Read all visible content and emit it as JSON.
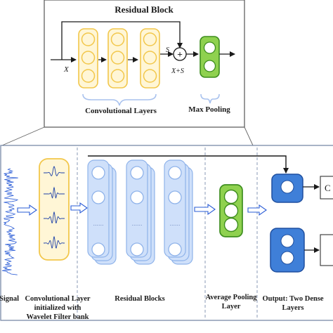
{
  "residual_block": {
    "title": "Residual Block",
    "input_label": "X",
    "branch_label": "S",
    "sum_label": "X+S",
    "sum_symbol": "+",
    "conv_caption": "Convolutional Layers",
    "pool_caption": "Max Pooling"
  },
  "pipeline": {
    "signal": "Signal",
    "conv_line1": "Convolutional Layer",
    "conv_line2": "initialized with",
    "conv_line3": "Wavelet Filter bank",
    "residual": "Residual Blocks",
    "avg_line1": "Average Pooling",
    "avg_line2": "Layer",
    "out_line1": "Output: Two Dense",
    "out_line2": "Layers",
    "output_box_text": "C",
    "dots": "......"
  },
  "colors": {
    "conv_fill": "#fff6d6",
    "conv_stroke": "#f2c74b",
    "pool_fill": "#8fd14f",
    "pool_stroke": "#3e8e1f",
    "resblock_fill": "#cfe0fa",
    "resblock_stroke": "#8fb3ea",
    "dense_fill": "#3f7fd8",
    "dense_stroke": "#1f4f9f",
    "wavelet": "#1b3fa8",
    "signal": "#2a5cd6",
    "frame": "#7a8aa8",
    "highlight_arrow": "#1a1a1a"
  }
}
